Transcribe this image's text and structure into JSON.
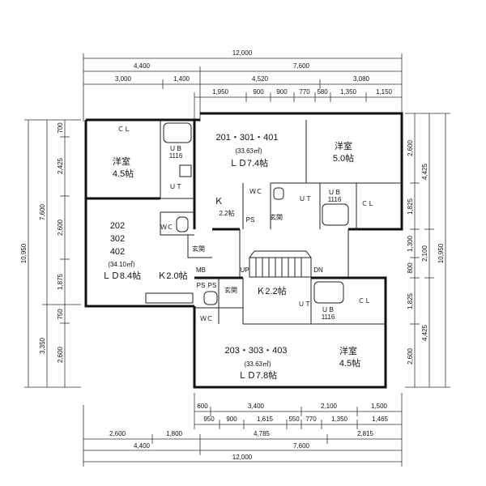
{
  "dimensions": {
    "top": {
      "total": "12,000",
      "row1": [
        "4,400",
        "7,600"
      ],
      "row2": [
        "3,000",
        "1,400",
        "4,520",
        "3,080"
      ],
      "row3": [
        "1,950",
        "900",
        "900",
        "770",
        "580",
        "1,350",
        "1,150"
      ]
    },
    "bottom": {
      "row1": [
        "600",
        "3,400",
        "2,100",
        "1,500"
      ],
      "row2": [
        "950",
        "900",
        "1,615",
        "550",
        "770",
        "1,350",
        "1,465"
      ],
      "row3": [
        "2,600",
        "1,800",
        "4,785",
        "2,815"
      ],
      "row4": [
        "4,400",
        "7,600"
      ],
      "total": "12,000"
    },
    "left": {
      "total": "10,950",
      "outer": [
        "7,600",
        "3,350"
      ],
      "inner": [
        "700",
        "2,425",
        "2,600",
        "1,875",
        "750",
        "2,600"
      ]
    },
    "right": {
      "total": "10,950",
      "outer": [
        "4,425",
        "2,100",
        "4,425"
      ],
      "inner": [
        "2,600",
        "1,825",
        "1,300",
        "800",
        "1,825",
        "2,600"
      ]
    }
  },
  "units": {
    "unit_201": {
      "number": "201・301・401",
      "area": "(33.63㎡)",
      "ld": "ＬＤ7.4帖",
      "kitchen_k": "Ｋ",
      "kitchen_size": "2.2帖",
      "western": "洋室",
      "western_size": "5.0帖",
      "cl": "ＣＬ",
      "ub": "ＵＢ",
      "ub_size": "1116",
      "ut": "ＵＴ",
      "wc": "ＷＣ",
      "ps": "PS",
      "genkan": "玄関"
    },
    "unit_202": {
      "number_lines": [
        "202",
        "302",
        "402"
      ],
      "area": "(34.10㎡)",
      "ld": "ＬＤ8.4帖",
      "kitchen": "Ｋ2.0帖",
      "western": "洋室",
      "western_size": "4.5帖",
      "cl": "ＣＬ",
      "ub": "ＵＢ",
      "ub_size": "1116",
      "ut": "ＵＴ",
      "wc": "ＷＣ",
      "ps": "PS",
      "genkan": "玄関",
      "mb": "MB"
    },
    "unit_203": {
      "number": "203・303・403",
      "area": "(33.63㎡)",
      "ld": "ＬＤ7.8帖",
      "kitchen": "Ｋ2.2帖",
      "western": "洋室",
      "western_size": "4.5帖",
      "cl": "ＣＬ",
      "ub": "ＵＢ",
      "ub_size": "1116",
      "ut": "ＵＴ",
      "wc": "ＷＣ",
      "ps": "PS",
      "genkan": "玄関"
    }
  },
  "stairs": {
    "up": "UP",
    "dn": "DN"
  }
}
